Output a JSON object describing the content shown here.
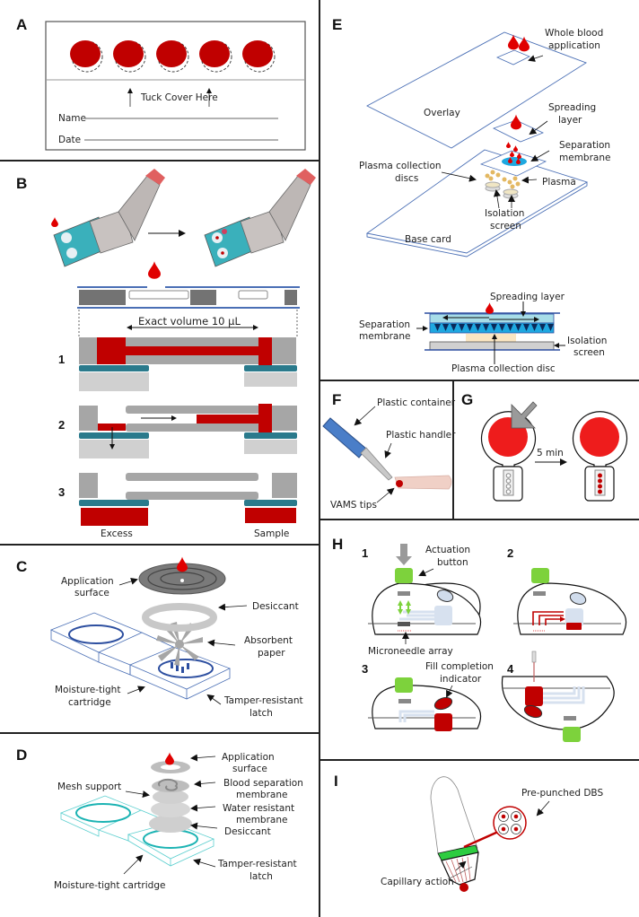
{
  "figure": {
    "panels": {
      "A": {
        "label": "A",
        "spot_count": 5,
        "tuck_text": "Tuck Cover Here",
        "name_label": "Name",
        "date_label": "Date"
      },
      "B": {
        "label": "B",
        "volume_text": "Exact volume 10 µL",
        "steps": [
          "1",
          "2",
          "3"
        ],
        "excess_label": "Excess",
        "sample_label": "Sample"
      },
      "C": {
        "label": "C",
        "application_surface": [
          "Application",
          "surface"
        ],
        "desiccant": "Desiccant",
        "absorbent_paper": [
          "Absorbent",
          "paper"
        ],
        "cartridge": [
          "Moisture-tight",
          "cartridge"
        ],
        "latch": [
          "Tamper-resistant",
          "latch"
        ]
      },
      "D": {
        "label": "D",
        "application_surface": [
          "Application",
          "surface"
        ],
        "mesh_support": "Mesh support",
        "blood_separation": [
          "Blood separation",
          "membrane"
        ],
        "water_resistant": [
          "Water resistant",
          "membrane"
        ],
        "desiccant": "Desiccant",
        "cartridge": "Moisture-tight cartridge",
        "latch": [
          "Tamper-resistant",
          "latch"
        ]
      },
      "E": {
        "label": "E",
        "whole_blood": [
          "Whole blood",
          "application"
        ],
        "overlay": "Overlay",
        "spreading_layer": [
          "Spreading",
          "layer"
        ],
        "separation_membrane": [
          "Separation",
          "membrane"
        ],
        "plasma_discs": [
          "Plasma collection",
          "discs"
        ],
        "plasma": "Plasma",
        "isolation_screen": [
          "Isolation",
          "screen"
        ],
        "base_card": "Base card",
        "cross_section": {
          "spreading_layer": "Spreading layer",
          "separation_membrane": [
            "Separation",
            "membrane"
          ],
          "isolation_screen": [
            "Isolation",
            "screen"
          ],
          "plasma_disc": "Plasma collection disc"
        }
      },
      "F": {
        "label": "F",
        "container": "Plastic container",
        "handler": "Plastic handler",
        "tips": "VAMS tips"
      },
      "G": {
        "label": "G",
        "time": "5 min"
      },
      "H": {
        "label": "H",
        "steps": [
          "1",
          "2",
          "3",
          "4"
        ],
        "actuation": [
          "Actuation",
          "button"
        ],
        "microneedle": "Microneedle array",
        "fill_indicator": [
          "Fill completion",
          "indicator"
        ]
      },
      "I": {
        "label": "I",
        "prepunched": "Pre-punched DBS",
        "capillary": "Capillary action"
      }
    },
    "colors": {
      "blood": "#c00000",
      "blood_bright": "#e00000",
      "teal": "#2a7a8c",
      "cartridge_blue": "#2d4fa0",
      "cyan": "#1bb3b3",
      "green": "#7dd23c",
      "gray": "#a6a6a6"
    }
  }
}
